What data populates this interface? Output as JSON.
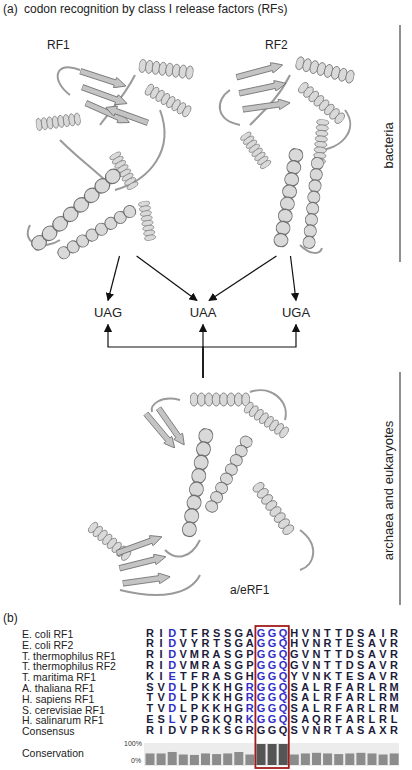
{
  "diagram": {
    "title": "codon recognition by class I release factors (RFs)",
    "nodes": [
      {
        "text": [
          "RF1"
        ]
      },
      {
        "text": [
          "RF2"
        ]
      },
      {
        "text": [
          "UAG"
        ]
      },
      {
        "text": [
          "UAA"
        ]
      },
      {
        "text": [
          "UGA"
        ]
      },
      {
        "text": [
          "a/eRF1"
        ]
      }
    ],
    "edges": [
      {
        "from": 0,
        "to": 2,
        "arrow": "to"
      },
      {
        "from": 0,
        "to": 3,
        "arrow": "to"
      },
      {
        "from": 1,
        "to": 3,
        "arrow": "to"
      },
      {
        "from": 1,
        "to": 4,
        "arrow": "to"
      },
      {
        "from": 5,
        "to": 2,
        "arrow": "to"
      },
      {
        "from": 5,
        "to": 3,
        "arrow": "to"
      },
      {
        "from": 5,
        "to": 4,
        "arrow": "to"
      }
    ],
    "labels": [
      "(a)",
      "bacteria",
      "archaea and eukaryotes",
      "(b)",
      "E. coli RF1",
      "RIDTFRSSGAGGQHVNTTDSAIR",
      "E. coli RF2",
      "RIDVYRTSGAGGQHVNRTESAVR",
      "T. thermophilus RF1",
      "RIDVMRASGPGGQGVNTTDSAVR",
      "T. thermophilus RF2",
      "RIDVMRASGPGGQGVNTTDSAVR",
      "T. maritima RF1",
      "KIETFRASGHGGQYVNKTESAVR",
      "A. thaliana RF1",
      "SVDLPKKHGRGGQSALRFARLRM",
      "H. sapiens RF1",
      "TVDLPKKHGRGGQSALRFARLRM",
      "S. cerevisiae RF1",
      "TVDLPKKHGRGGQSALRFARLRM",
      "H. salinarum RF1",
      "ESLVPGKQRKGGQSAQRFARLRL",
      "Consensus",
      "RIDVPRKSGRGGQSVNRTASAXR",
      "Conservation",
      "100%",
      "0%"
    ]
  }
}
